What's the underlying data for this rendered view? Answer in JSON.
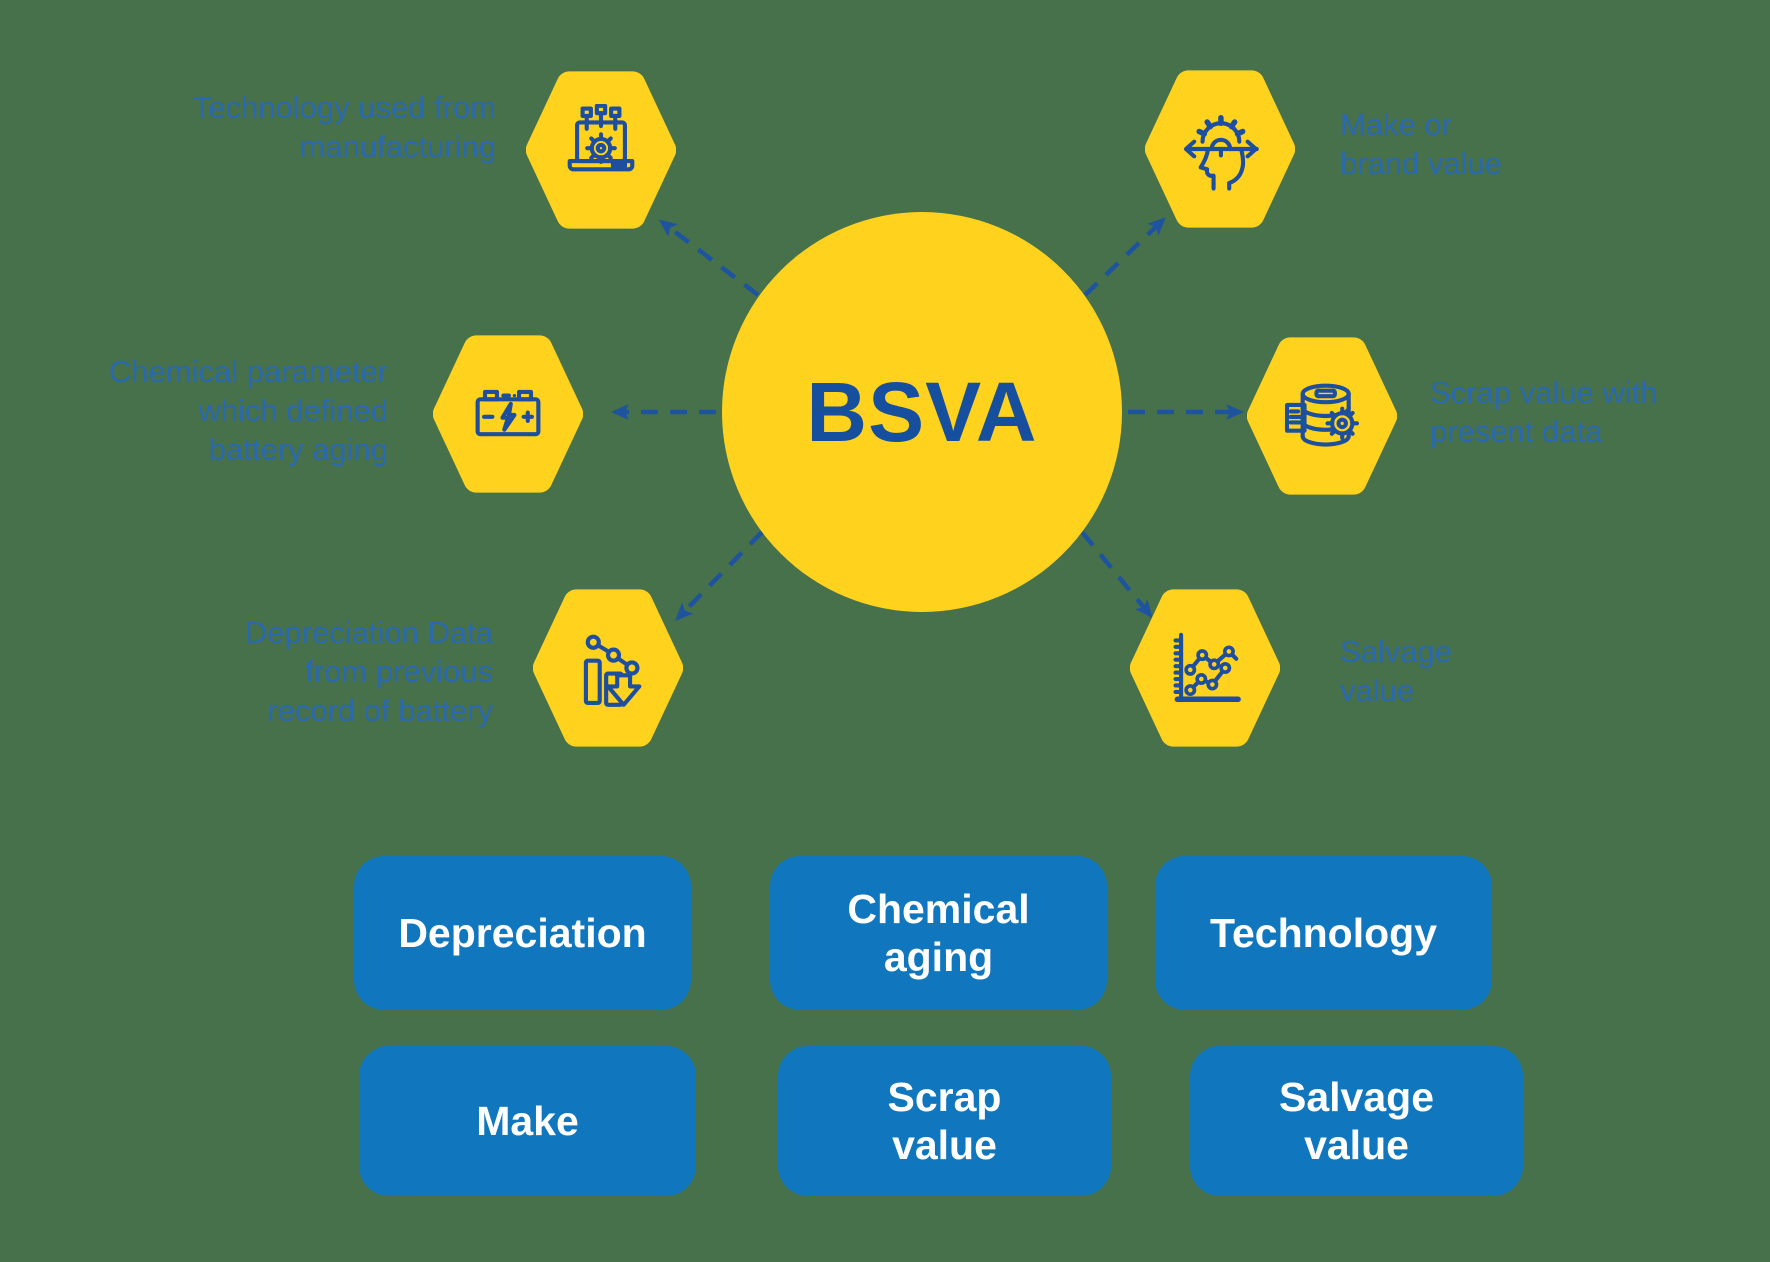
{
  "colors": {
    "background_green": "#47714A",
    "hex_yellow": "#FFD21E",
    "icon_blue": "#1E4F9E",
    "label_blue": "#2A69B0",
    "center_text_blue": "#164F9E",
    "button_blue": "#1077BE",
    "button_text": "#FFFFFF"
  },
  "diagram": {
    "center_label": "BSVA",
    "nodes": [
      {
        "id": "technology",
        "icon": "laptop-gear-icon",
        "label": "Technology used from\nmanufacturing"
      },
      {
        "id": "chemical",
        "icon": "car-battery-icon",
        "label": "Chemical parameter\nwhich defined\nbattery aging"
      },
      {
        "id": "depreciation",
        "icon": "declining-chart-icon",
        "label": "Depreciation Data\nfrom previous\nrecord of battery"
      },
      {
        "id": "make",
        "icon": "head-gear-icon",
        "label": "Make or\nbrand value"
      },
      {
        "id": "scrap",
        "icon": "scrap-coil-icon",
        "label": "Scrap value with\npresent data"
      },
      {
        "id": "salvage",
        "icon": "rising-chart-icon",
        "label": "Salvage\nvalue"
      }
    ]
  },
  "buttons": [
    {
      "label": "Depreciation"
    },
    {
      "label": "Chemical\naging"
    },
    {
      "label": "Technology"
    },
    {
      "label": "Make"
    },
    {
      "label": "Scrap\nvalue"
    },
    {
      "label": "Salvage\nvalue"
    }
  ]
}
